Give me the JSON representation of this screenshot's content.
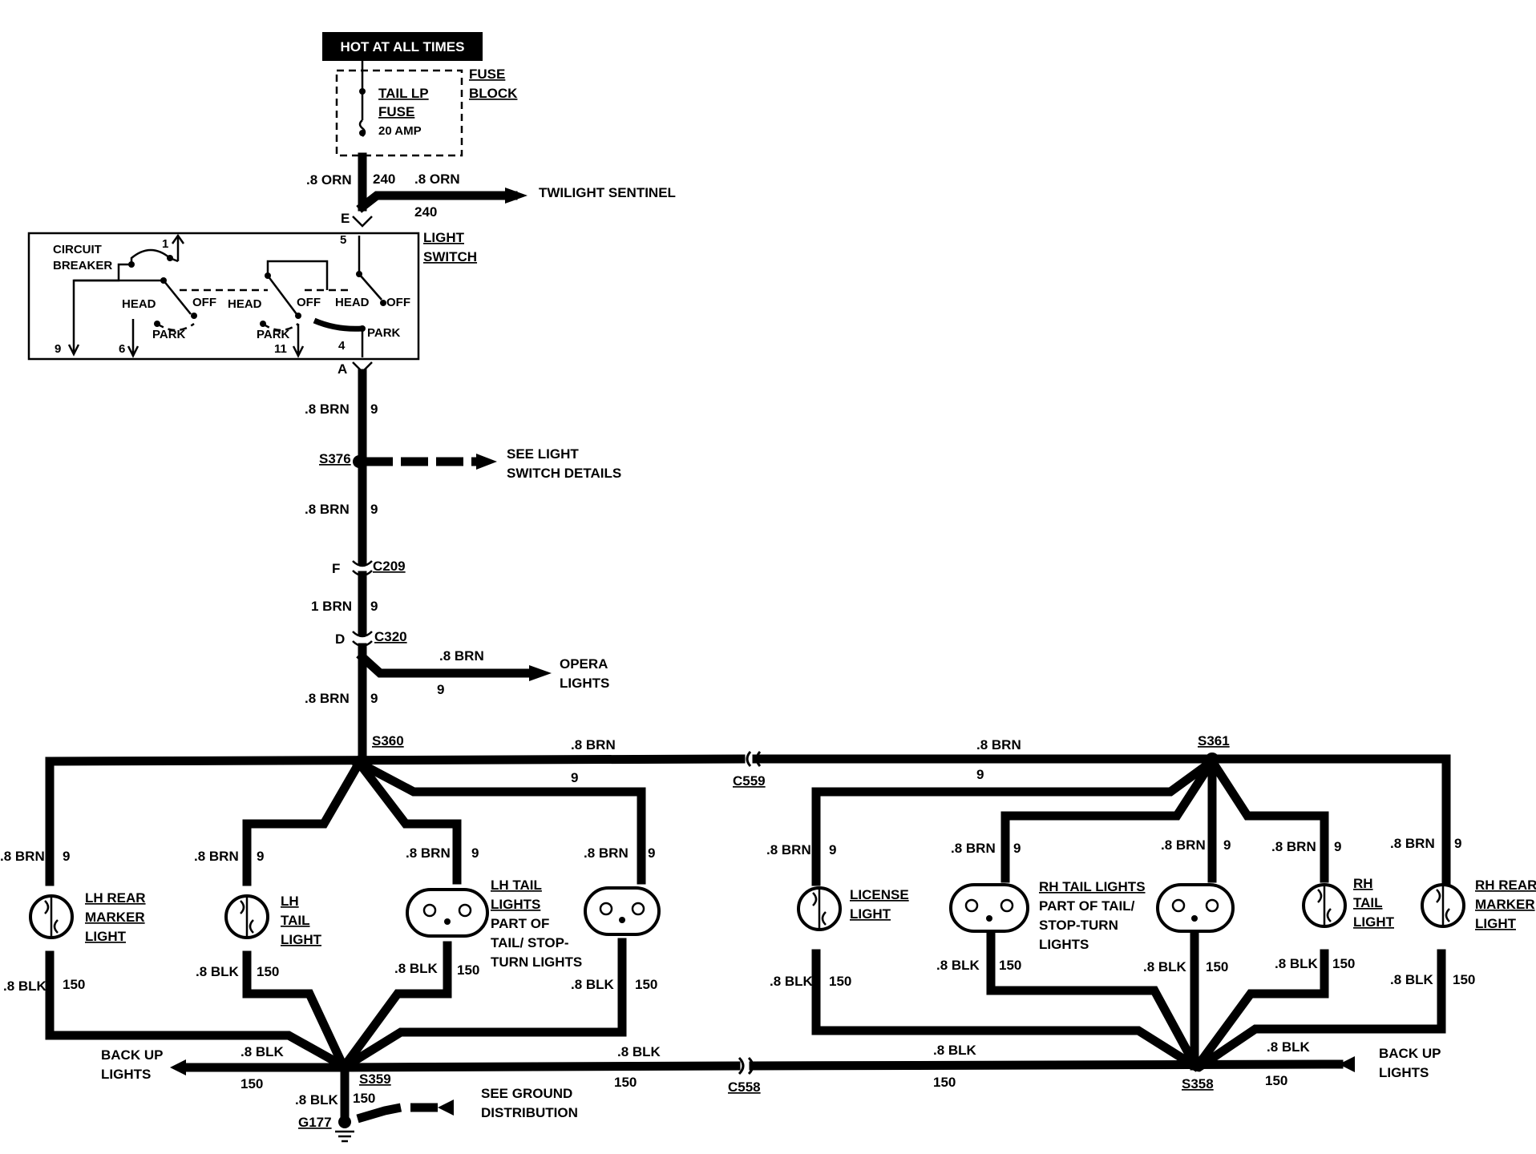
{
  "banner": "HOT AT ALL TIMES",
  "fuse_block": {
    "label1": "FUSE",
    "label2": "BLOCK",
    "fuse_name1": "TAIL LP",
    "fuse_name2": "FUSE",
    "rating": "20 AMP"
  },
  "feed": {
    "wire_left": ".8 ORN",
    "circuit_left": "240",
    "wire_right": ".8 ORN",
    "circuit_right": "240",
    "destination": "TWILIGHT SENTINEL"
  },
  "light_switch": {
    "label1": "LIGHT",
    "label2": "SWITCH",
    "pin_e": "E",
    "pin_5": "5",
    "pin_a": "A",
    "pin_1": "1",
    "pin_9": "9",
    "pin_6": "6",
    "pin_11": "11",
    "pin_4": "4",
    "circuit_breaker1": "CIRCUIT",
    "circuit_breaker2": "BREAKER",
    "head": "HEAD",
    "off": "OFF",
    "park": "PARK"
  },
  "main_run": {
    "seg1_wire": ".8 BRN",
    "seg1_circuit": "9",
    "splice_s376": "S376",
    "see_switch1": "SEE LIGHT",
    "see_switch2": "SWITCH DETAILS",
    "seg2_wire": ".8 BRN",
    "seg2_circuit": "9",
    "conn_c209": "C209",
    "pin_f": "F",
    "seg3_wire": "1 BRN",
    "seg3_circuit": "9",
    "conn_c320": "C320",
    "pin_d": "D",
    "opera_wire": ".8 BRN",
    "opera_circuit": "9",
    "opera1": "OPERA",
    "opera2": "LIGHTS",
    "seg4_wire": ".8 BRN",
    "seg4_circuit": "9",
    "splice_s360": "S360"
  },
  "cross_run": {
    "wire_left": ".8 BRN",
    "circuit_left": "9",
    "conn_c559": "C559",
    "wire_right": ".8 BRN",
    "circuit_right": "9",
    "splice_s361": "S361"
  },
  "lamps": {
    "lh_marker": {
      "l1": "LH REAR",
      "l2": "MARKER",
      "l3": "LIGHT"
    },
    "lh_tail": {
      "l1": "LH",
      "l2": "TAIL",
      "l3": "LIGHT"
    },
    "lh_tail_lights": {
      "l1": "LH TAIL",
      "l2": "LIGHTS",
      "l3": "PART OF",
      "l4": "TAIL/ STOP-",
      "l5": "TURN LIGHTS"
    },
    "license": {
      "l1": "LICENSE",
      "l2": "LIGHT"
    },
    "rh_tail_lights": {
      "l1": "RH TAIL LIGHTS",
      "l2": "PART OF TAIL/",
      "l3": "STOP-TURN",
      "l4": "LIGHTS"
    },
    "rh_tail": {
      "l1": "RH",
      "l2": "TAIL",
      "l3": "LIGHT"
    },
    "rh_marker": {
      "l1": "RH REAR",
      "l2": "MARKER",
      "l3": "LIGHT"
    }
  },
  "wires": {
    "brn": ".8 BRN",
    "blk": ".8 BLK",
    "c9": "9",
    "c150": "150"
  },
  "ground": {
    "splice_s359": "S359",
    "ground_g177": "G177",
    "blk": ".8 BLK",
    "circuit": "150",
    "see_ground1": "SEE GROUND",
    "see_ground2": "DISTRIBUTION",
    "backup_left1": "BACK UP",
    "backup_left2": "LIGHTS",
    "conn_c558": "C558",
    "splice_s358": "S358",
    "backup_right1": "BACK UP",
    "backup_right2": "LIGHTS"
  }
}
